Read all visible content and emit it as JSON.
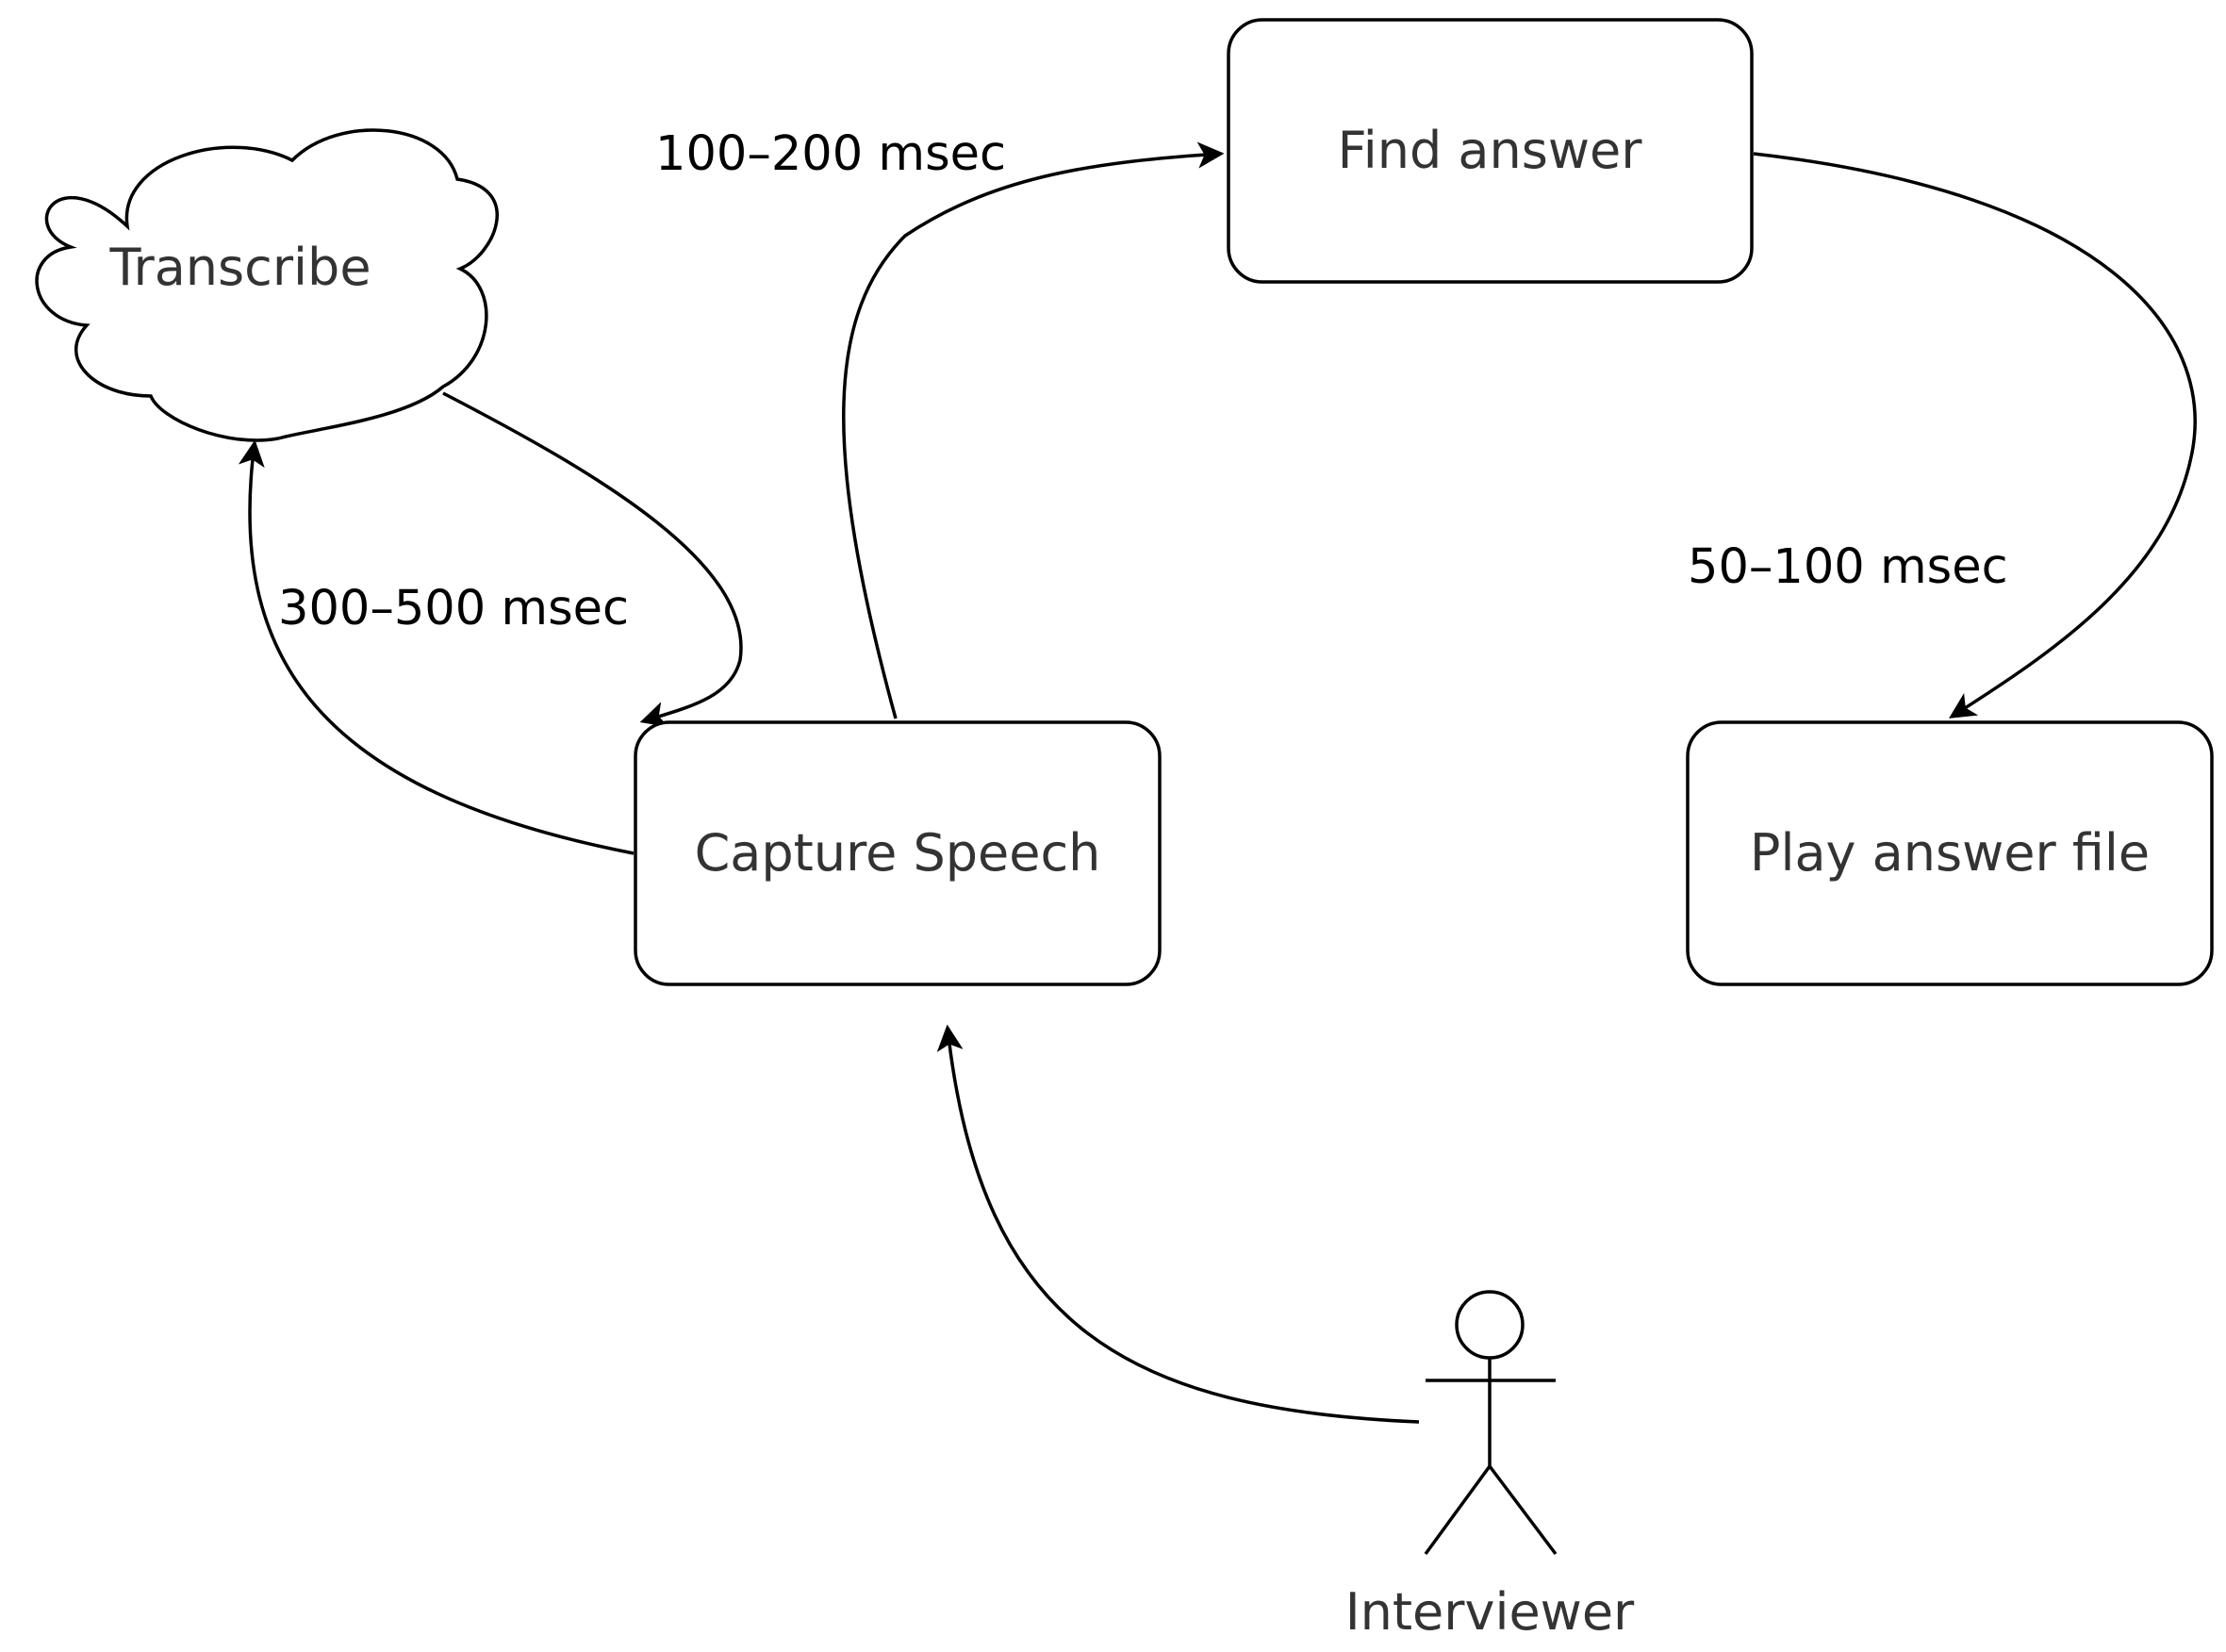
{
  "nodes": {
    "transcribe": "Transcribe",
    "find_answer": "Find answer",
    "capture_speech": "Capture Speech",
    "play_answer_file": "Play answer file",
    "interviewer": "Interviewer"
  },
  "edge_labels": {
    "capture_to_find": "100–200 msec",
    "capture_transcribe": "300–500 msec",
    "find_to_play": "50–100 msec"
  }
}
